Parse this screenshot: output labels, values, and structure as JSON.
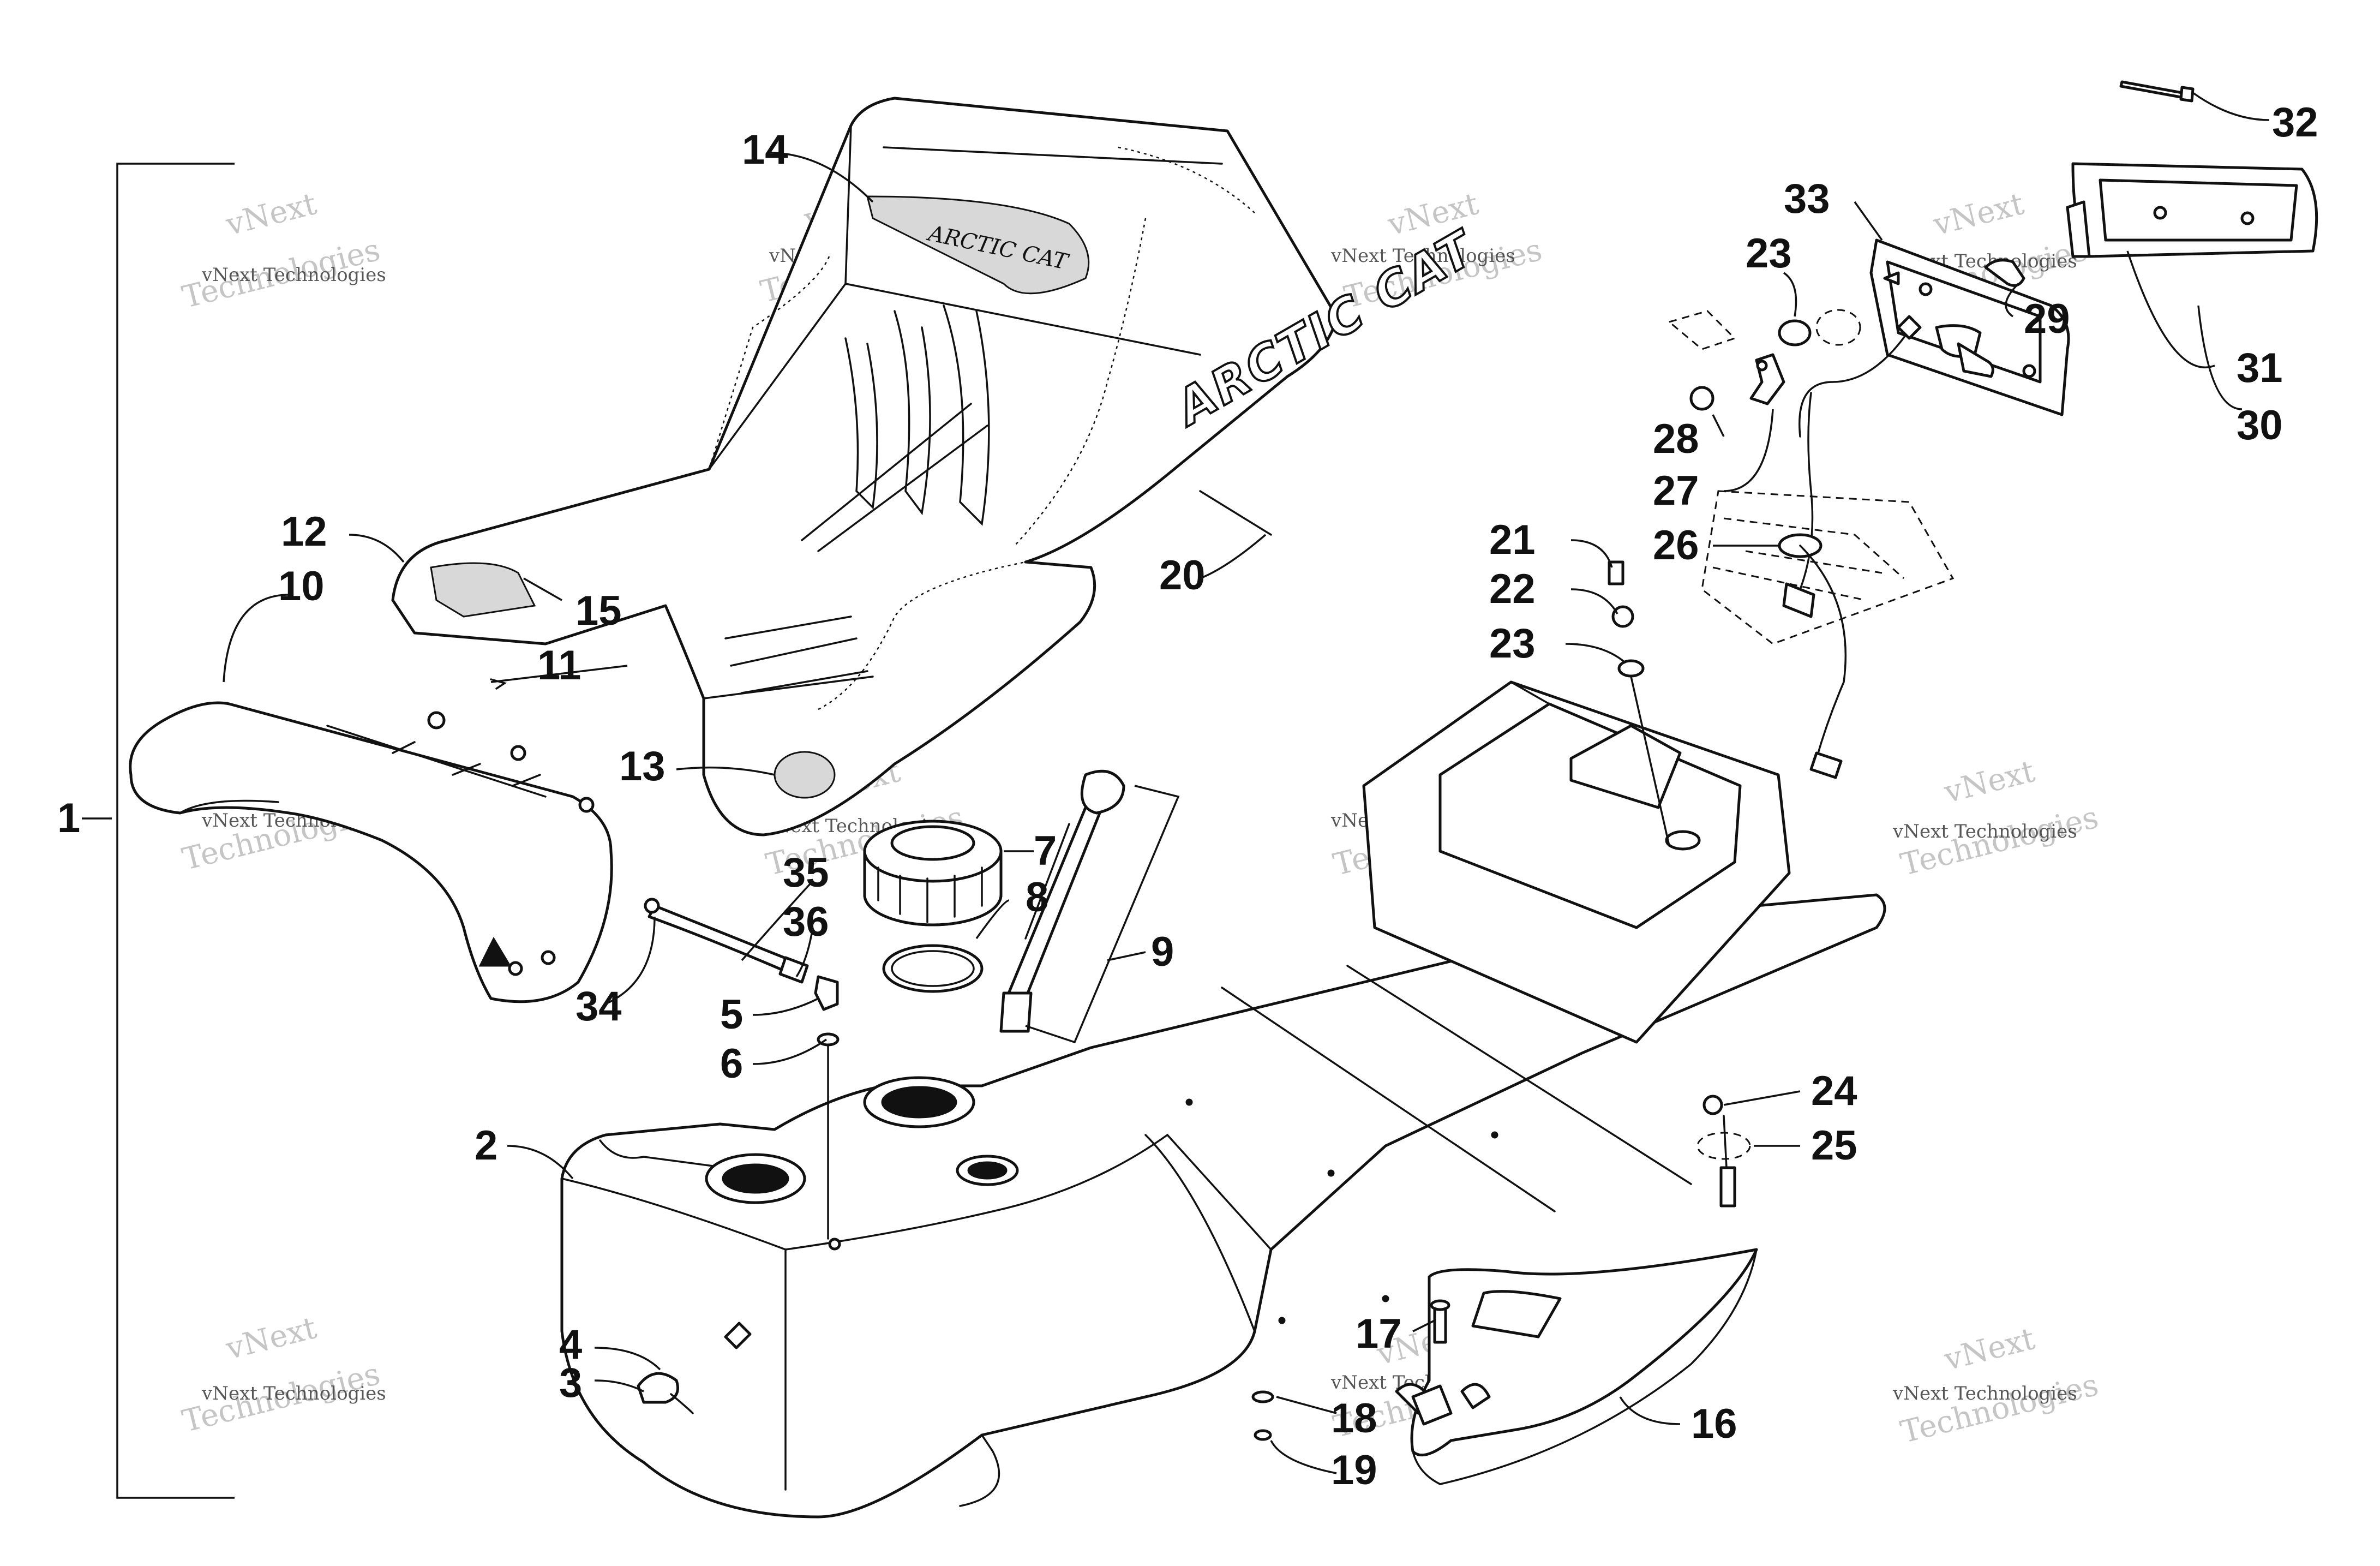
{
  "diagram": {
    "brand_text": "ARCTIC CAT",
    "seat_logo_text": "ARCTIC CAT",
    "watermark": {
      "line1": "vNext",
      "line2": "vNext Technologies",
      "line3": "Technologies"
    },
    "callouts": [
      {
        "id": "1",
        "label": "1"
      },
      {
        "id": "2",
        "label": "2"
      },
      {
        "id": "3",
        "label": "3"
      },
      {
        "id": "4",
        "label": "4"
      },
      {
        "id": "5",
        "label": "5"
      },
      {
        "id": "6",
        "label": "6"
      },
      {
        "id": "7",
        "label": "7"
      },
      {
        "id": "8",
        "label": "8"
      },
      {
        "id": "9",
        "label": "9"
      },
      {
        "id": "10",
        "label": "10"
      },
      {
        "id": "11",
        "label": "11"
      },
      {
        "id": "12",
        "label": "12"
      },
      {
        "id": "13",
        "label": "13"
      },
      {
        "id": "14",
        "label": "14"
      },
      {
        "id": "15",
        "label": "15"
      },
      {
        "id": "16",
        "label": "16"
      },
      {
        "id": "17",
        "label": "17"
      },
      {
        "id": "18",
        "label": "18"
      },
      {
        "id": "19",
        "label": "19"
      },
      {
        "id": "20",
        "label": "20"
      },
      {
        "id": "21",
        "label": "21"
      },
      {
        "id": "22",
        "label": "22"
      },
      {
        "id": "23a",
        "label": "23"
      },
      {
        "id": "23b",
        "label": "23"
      },
      {
        "id": "24",
        "label": "24"
      },
      {
        "id": "25",
        "label": "25"
      },
      {
        "id": "26",
        "label": "26"
      },
      {
        "id": "27",
        "label": "27"
      },
      {
        "id": "28",
        "label": "28"
      },
      {
        "id": "29",
        "label": "29"
      },
      {
        "id": "30",
        "label": "30"
      },
      {
        "id": "31",
        "label": "31"
      },
      {
        "id": "32",
        "label": "32"
      },
      {
        "id": "33",
        "label": "33"
      },
      {
        "id": "34",
        "label": "34"
      },
      {
        "id": "35",
        "label": "35"
      },
      {
        "id": "36",
        "label": "36"
      }
    ]
  }
}
